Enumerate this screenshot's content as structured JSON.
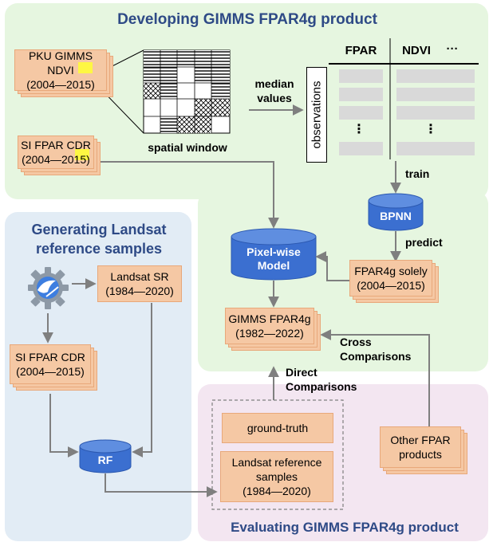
{
  "panels": {
    "developing": "Developing GIMMS FPAR4g product",
    "generating": "Generating Landsat reference samples",
    "evaluating": "Evaluating GIMMS FPAR4g product"
  },
  "inputs": {
    "pku_ndvi": "PKU GIMMS NDVI\n(2004—2015)",
    "si_fpar_top": "SI FPAR CDR\n(2004—2015)",
    "landsat_sr": "Landsat SR\n(1984—2020)",
    "si_fpar_left": "SI FPAR CDR\n(2004—2015)",
    "fpar4g_solely": "FPAR4g solely\n(2004—2015)",
    "gimms_fpar4g": "GIMMS FPAR4g\n(1982—2022)",
    "other_fpar": "Other FPAR\nproducts"
  },
  "labels": {
    "spatial_window": "spatial window",
    "median_values": "median\nvalues",
    "observations": "observations",
    "train": "train",
    "predict": "predict",
    "direct": "Direct\nComparisons",
    "cross": "Cross\nComparisons",
    "ground_truth": "ground-truth",
    "landsat_ref": "Landsat reference\nsamples\n(1984—2020)"
  },
  "table": {
    "headers": [
      "FPAR",
      "NDVI",
      "···"
    ],
    "ellipsis": "⋮"
  },
  "models": {
    "bpnn": "BPNN",
    "pixelwise": "Pixel-wise\nModel",
    "rf": "RF"
  },
  "icons": [
    "earth-engine-icon"
  ],
  "colors": {
    "green_panel": "#e6f6e0",
    "blue_panel": "#e2ecf5",
    "pink_panel": "#f3e6f1",
    "title": "#2e4a86",
    "orange_box": "#f5c8a4",
    "cylinder": "#3b6fd0",
    "arrow": "#7f7f7f"
  }
}
